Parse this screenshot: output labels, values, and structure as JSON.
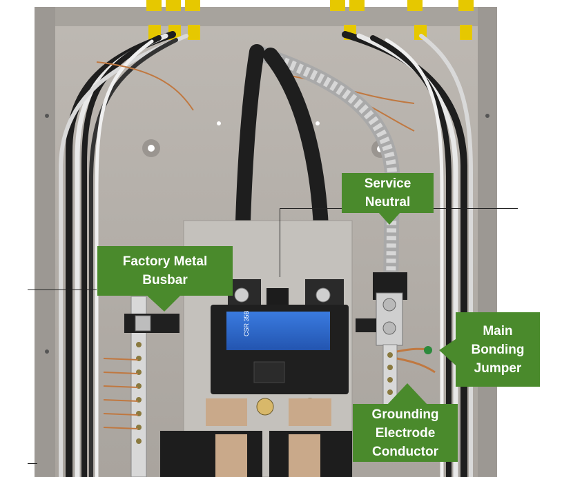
{
  "image": {
    "subject": "residential electrical panel interior with callout labels",
    "colors": {
      "callout_green": "#4a8a2c",
      "callout_text": "#ffffff",
      "panel_steel": "#b8b4ae",
      "enclosure_gray": "#9e9a95",
      "wire_black": "#1e1e1e",
      "wire_white": "#e8e8e8",
      "wire_copper": "#c07840",
      "wire_yellow_connectors": "#e6c800",
      "breaker_blue": "#2f6fd1",
      "busbar_silver": "#d8d8d8",
      "leader_line": "#222222"
    }
  },
  "callouts": {
    "service_neutral": {
      "line1": "Service",
      "line2": "Neutral"
    },
    "factory_busbar": {
      "line1": "Factory Metal",
      "line2": "Busbar"
    },
    "main_bonding_jumper": {
      "line1": "Main",
      "line2": "Bonding",
      "line3": "Jumper"
    },
    "grounding_electrode": {
      "line1": "Grounding",
      "line2": "Electrode",
      "line3": "Conductor"
    }
  },
  "breaker_label": "CSR 35B"
}
